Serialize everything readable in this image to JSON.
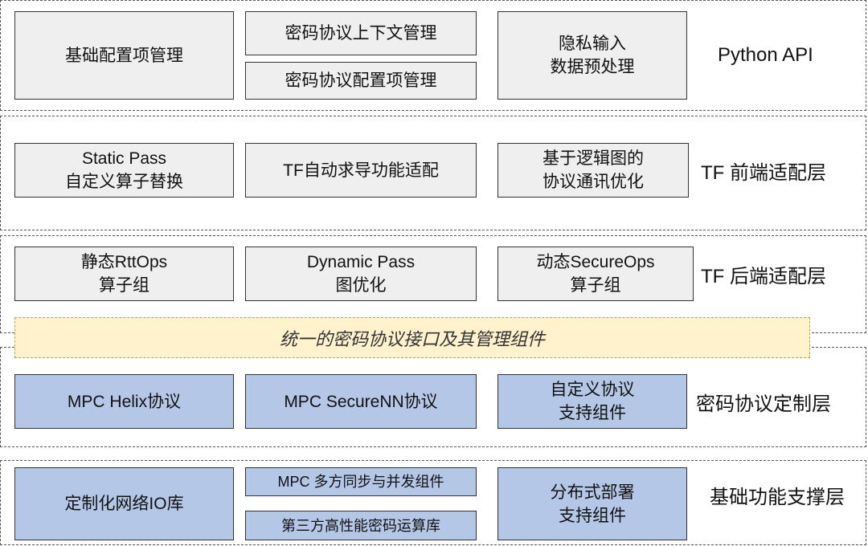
{
  "layers": {
    "python_api": {
      "label": "Python API",
      "boxes": {
        "basic_config": "基础配置项管理",
        "context_mgmt": "密码协议上下文管理",
        "protocol_config": "密码协议配置项管理",
        "privacy_input": "隐私输入\n数据预处理"
      }
    },
    "tf_frontend": {
      "label": "TF 前端适配层",
      "boxes": {
        "static_pass": "Static Pass\n自定义算子替换",
        "autodiff": "TF自动求导功能适配",
        "logic_graph": "基于逻辑图的\n协议通讯优化"
      }
    },
    "tf_backend": {
      "label": "TF 后端适配层",
      "boxes": {
        "static_ops": "静态RttOps\n算子组",
        "dynamic_pass": "Dynamic Pass\n图优化",
        "secure_ops": "动态SecureOps\n算子组"
      }
    },
    "unified_interface": "统一的密码协议接口及其管理组件",
    "protocol_custom": {
      "label": "密码协议定制层",
      "boxes": {
        "helix": "MPC Helix协议",
        "securenn": "MPC SecureNN协议",
        "custom_protocol": "自定义协议\n支持组件"
      }
    },
    "foundation": {
      "label": "基础功能支撑层",
      "boxes": {
        "network_io": "定制化网络IO库",
        "mpc_sync": "MPC 多方同步与并发组件",
        "crypto_lib": "第三方高性能密码运算库",
        "distributed": "分布式部署\n支持组件"
      }
    }
  },
  "colors": {
    "gray_box": "#efefef",
    "blue_box": "#b4c7e7",
    "interface_fill": "#fff2cc"
  }
}
